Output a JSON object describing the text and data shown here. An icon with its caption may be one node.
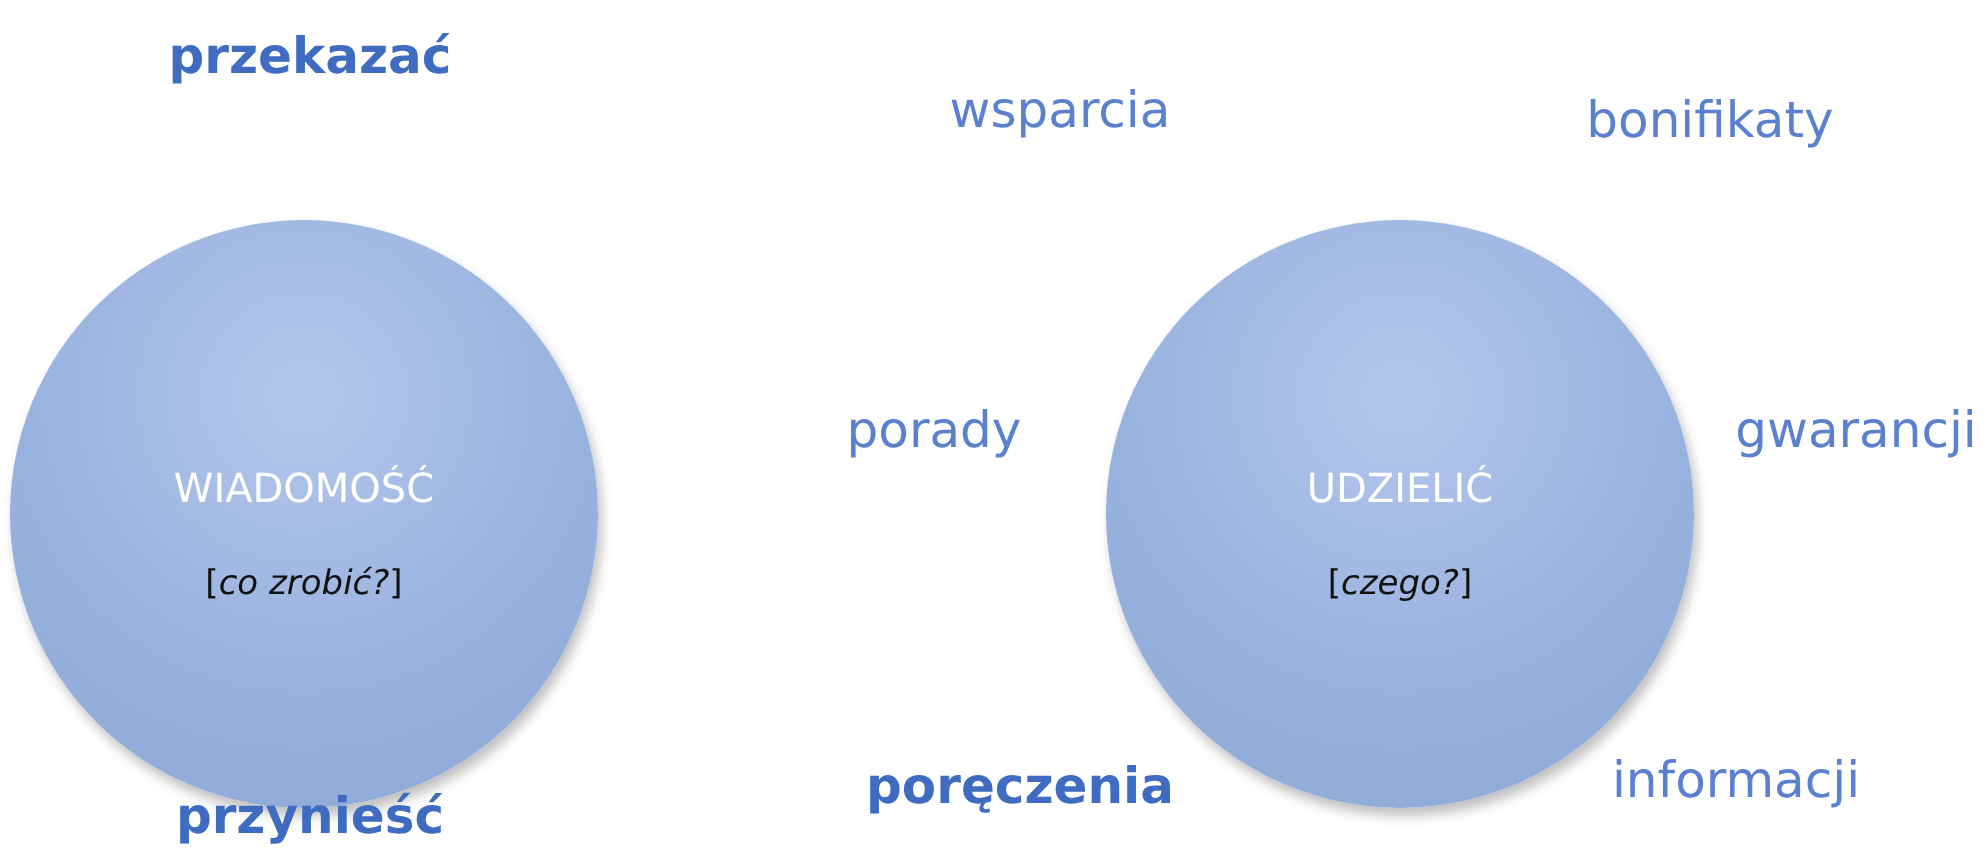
{
  "diagram": {
    "nodes": [
      {
        "text": [
          "WIADOMOŚĆ",
          "[*co zrobić?*]"
        ]
      },
      {
        "text": [
          "UDZIELIĆ",
          "[*czego?*]"
        ]
      }
    ],
    "edges": [],
    "labels": [
      "przekazać",
      "wsparcia",
      "bonifikaty",
      "porady",
      "gwarancji",
      "poręczenia",
      "informacji",
      "przynieść"
    ]
  }
}
